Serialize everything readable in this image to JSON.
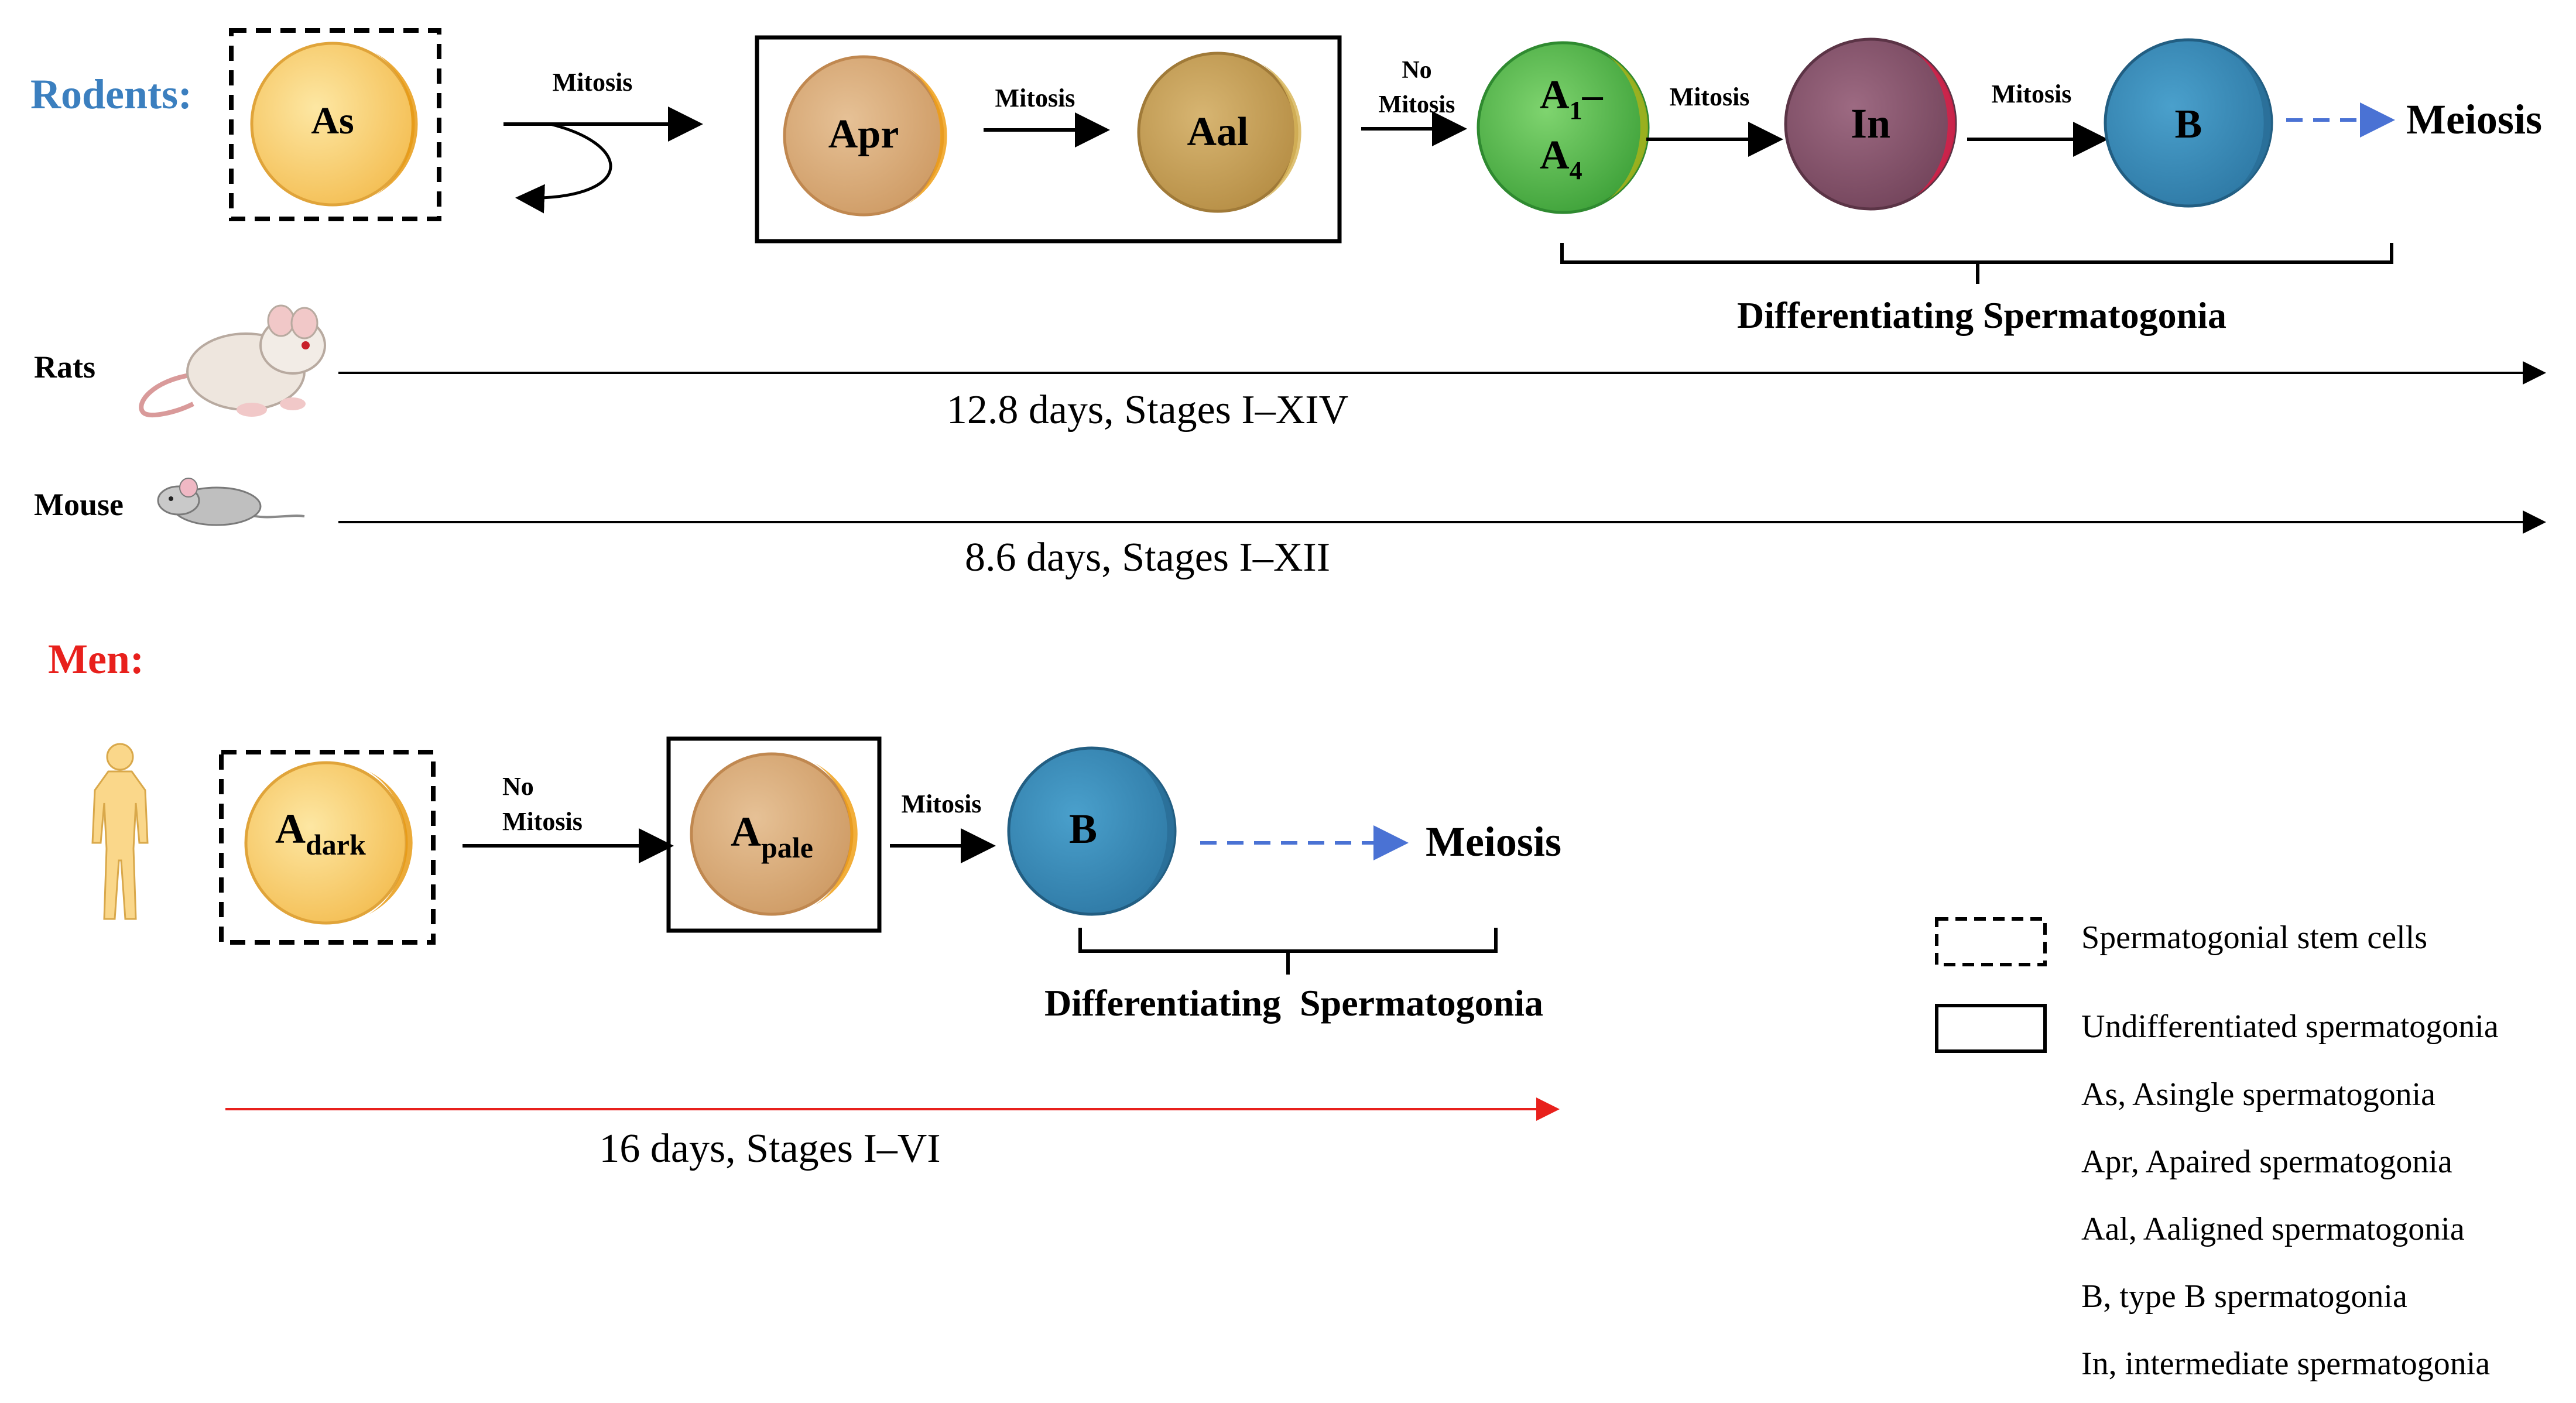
{
  "rodents": {
    "title": "Rodents:",
    "cells": {
      "as": "As",
      "apr": "Apr",
      "aal": "Aal",
      "a1": "A",
      "a1_sub": "1",
      "a1_dash": "–",
      "a4": "A",
      "a4_sub": "4",
      "in": "In",
      "b": "B"
    },
    "arrows": {
      "mitosis_1": "Mitosis",
      "mitosis_2": "Mitosis",
      "no_1": "No",
      "no_2": "Mitosis",
      "mitosis_3": "Mitosis",
      "mitosis_4": "Mitosis"
    },
    "meiosis": "Meiosis",
    "differentiating": "Differentiating Spermatogonia"
  },
  "rats": {
    "label": "Rats",
    "duration": "12.8 days, Stages I–XIV"
  },
  "mouse": {
    "label": "Mouse",
    "duration": "8.6 days, Stages I–XII"
  },
  "men": {
    "title": "Men:",
    "cells": {
      "adark": "A",
      "adark_sub": "dark",
      "apale": "A",
      "apale_sub": "pale",
      "b": "B"
    },
    "arrows": {
      "no_1": "No",
      "no_2": "Mitosis",
      "mitosis": "Mitosis"
    },
    "meiosis": "Meiosis",
    "differentiating": "Differentiating  Spermatogonia",
    "duration": "16 days, Stages I–VI"
  },
  "legend": {
    "stem": "Spermatogonial stem cells",
    "undiff": "Undifferentiated spermatogonia",
    "notes": [
      "As, Asingle spermatogonia",
      "Apr, Apaired spermatogonia",
      "Aal, Aaligned spermatogonia",
      "B, type B spermatogonia",
      "In, intermediate spermatogonia"
    ]
  },
  "colors": {
    "rodents_title": "#3b7fbf",
    "men_title": "#e8201c",
    "as": "#f7c96b",
    "apr": "#d7a877",
    "aal": "#c7a05a",
    "a1a4": "#5cbf4f",
    "in": "#8a5870",
    "b": "#3a8bb8",
    "meiosis_arrow": "#4a72d4",
    "men_timeline": "#e8201c"
  }
}
